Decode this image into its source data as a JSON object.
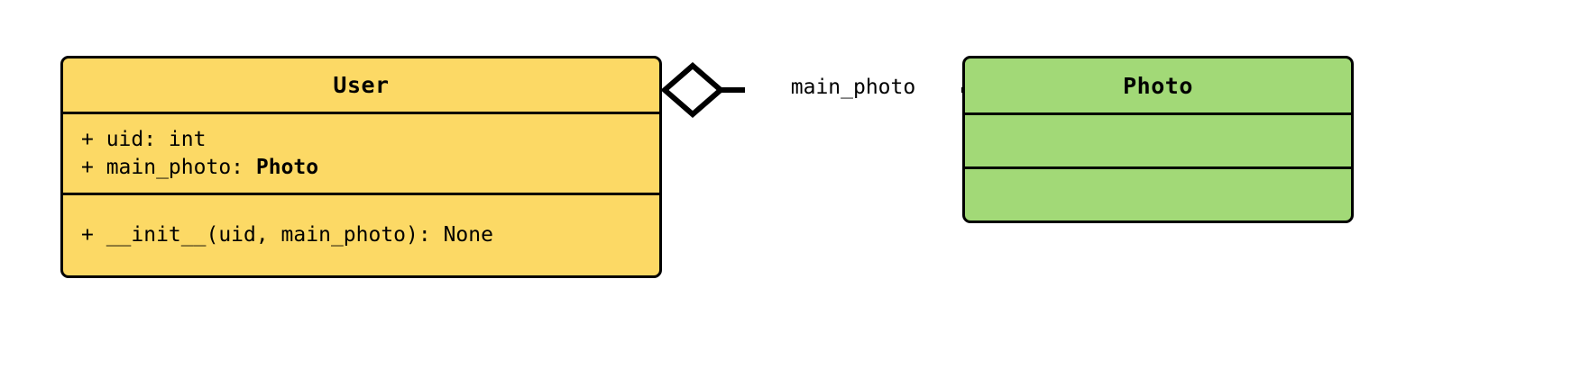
{
  "diagram": {
    "kind": "uml-class-diagram",
    "background": "#ffffff",
    "classes": [
      {
        "id": "user",
        "name": "User",
        "fill": "#FCD965",
        "stroke": "#000000",
        "attributes": [
          {
            "text": "+ uid: int",
            "bold_suffix": ""
          },
          {
            "prefix": "+ main_photo: ",
            "bold_suffix": "Photo"
          }
        ],
        "methods": [
          {
            "text": "+ __init__(uid, main_photo): None"
          }
        ]
      },
      {
        "id": "photo",
        "name": "Photo",
        "fill": "#A2D977",
        "stroke": "#000000",
        "attributes": [],
        "methods": []
      }
    ],
    "relationship": {
      "type": "aggregation",
      "source": "User",
      "target": "Photo",
      "label": "main_photo",
      "diamond_fill": "#ffffff",
      "diamond_stroke": "#000000"
    }
  }
}
